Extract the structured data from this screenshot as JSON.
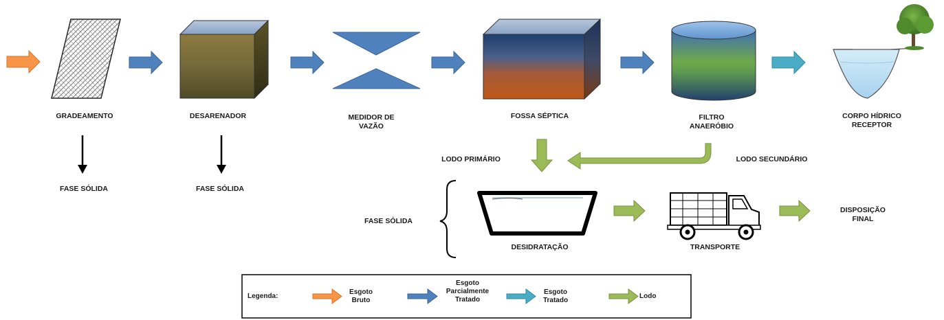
{
  "stages": {
    "gradeamento": "GRADEAMENTO",
    "desarenador": "DESARENADOR",
    "medidor": "MEDIDOR DE\nVAZÃO",
    "fossa": "FOSSA SÉPTICA",
    "filtro": "FILTRO\nANAERÓBIO",
    "corpo": "CORPO HÍDRICO\nRECEPTOR"
  },
  "solids": {
    "fase1": "FASE SÓLIDA",
    "fase2": "FASE SÓLIDA",
    "fase_group": "FASE SÓLIDA"
  },
  "sludge": {
    "primario": "LODO PRIMÁRIO",
    "secundario": "LODO SECUNDÁRIO",
    "desidratacao": "DESIDRATAÇÃO",
    "transporte": "TRANSPORTE",
    "disposicao": "DISPOSIÇÃO\nFINAL"
  },
  "legend": {
    "title": "Legenda:",
    "items": [
      {
        "label": "Esgoto\nBruto",
        "color": "#f79646"
      },
      {
        "label": "Esgoto\nParcialmente\nTratado",
        "color": "#4f81bd"
      },
      {
        "label": "Esgoto\nTratado",
        "color": "#4bacc6"
      },
      {
        "label": "Lodo",
        "color": "#9bbb59"
      }
    ]
  },
  "colors": {
    "bruto": "#f79646",
    "parcial": "#4f81bd",
    "tratado": "#4bacc6",
    "lodo": "#9bbb59"
  }
}
